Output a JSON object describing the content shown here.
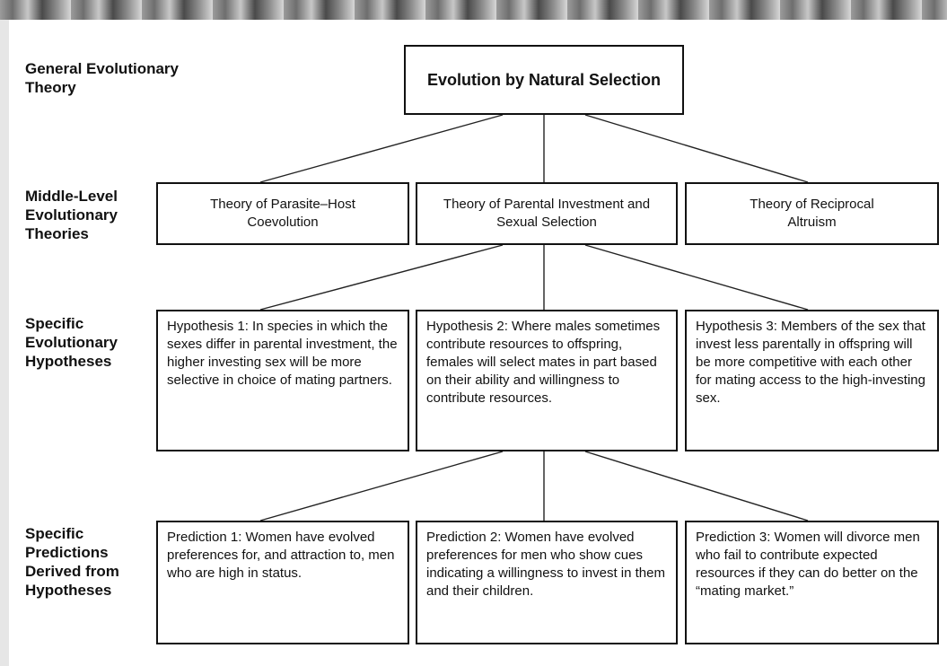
{
  "levels": [
    {
      "label": "General Evolutionary Theory"
    },
    {
      "label": "Middle-Level Evolutionary Theories"
    },
    {
      "label": "Specific Evolutionary Hypotheses"
    },
    {
      "label": "Specific Predictions Derived from Hypotheses"
    }
  ],
  "root": {
    "text": "Evolution by Natural Selection"
  },
  "middle_theories": [
    {
      "text": "Theory of Parasite–Host Coevolution"
    },
    {
      "text": "Theory of Parental Investment and Sexual Selection"
    },
    {
      "text": "Theory of Reciprocal Altruism"
    }
  ],
  "hypotheses": [
    {
      "text": "Hypothesis 1:  In species in which the sexes differ in parental investment, the higher investing sex will be more selective in choice of mating partners."
    },
    {
      "text": "Hypothesis 2:  Where males sometimes contribute resources to offspring, females will select mates in part based on their ability and willingness to contribute resources."
    },
    {
      "text": "Hypothesis 3:  Members of the sex that invest less parentally in offspring will be more competitive with each other for mating access to the high-investing sex."
    }
  ],
  "predictions": [
    {
      "text": "Prediction 1:  Women have evolved preferences for, and attraction to, men who are high in status."
    },
    {
      "text": "Prediction 2:  Women have evolved preferences for men who show cues indicating a willingness to invest in them and their children."
    },
    {
      "text": "Prediction 3:  Women will divorce men who fail to contribute expected resources if they can do better on the “mating market.”"
    }
  ]
}
